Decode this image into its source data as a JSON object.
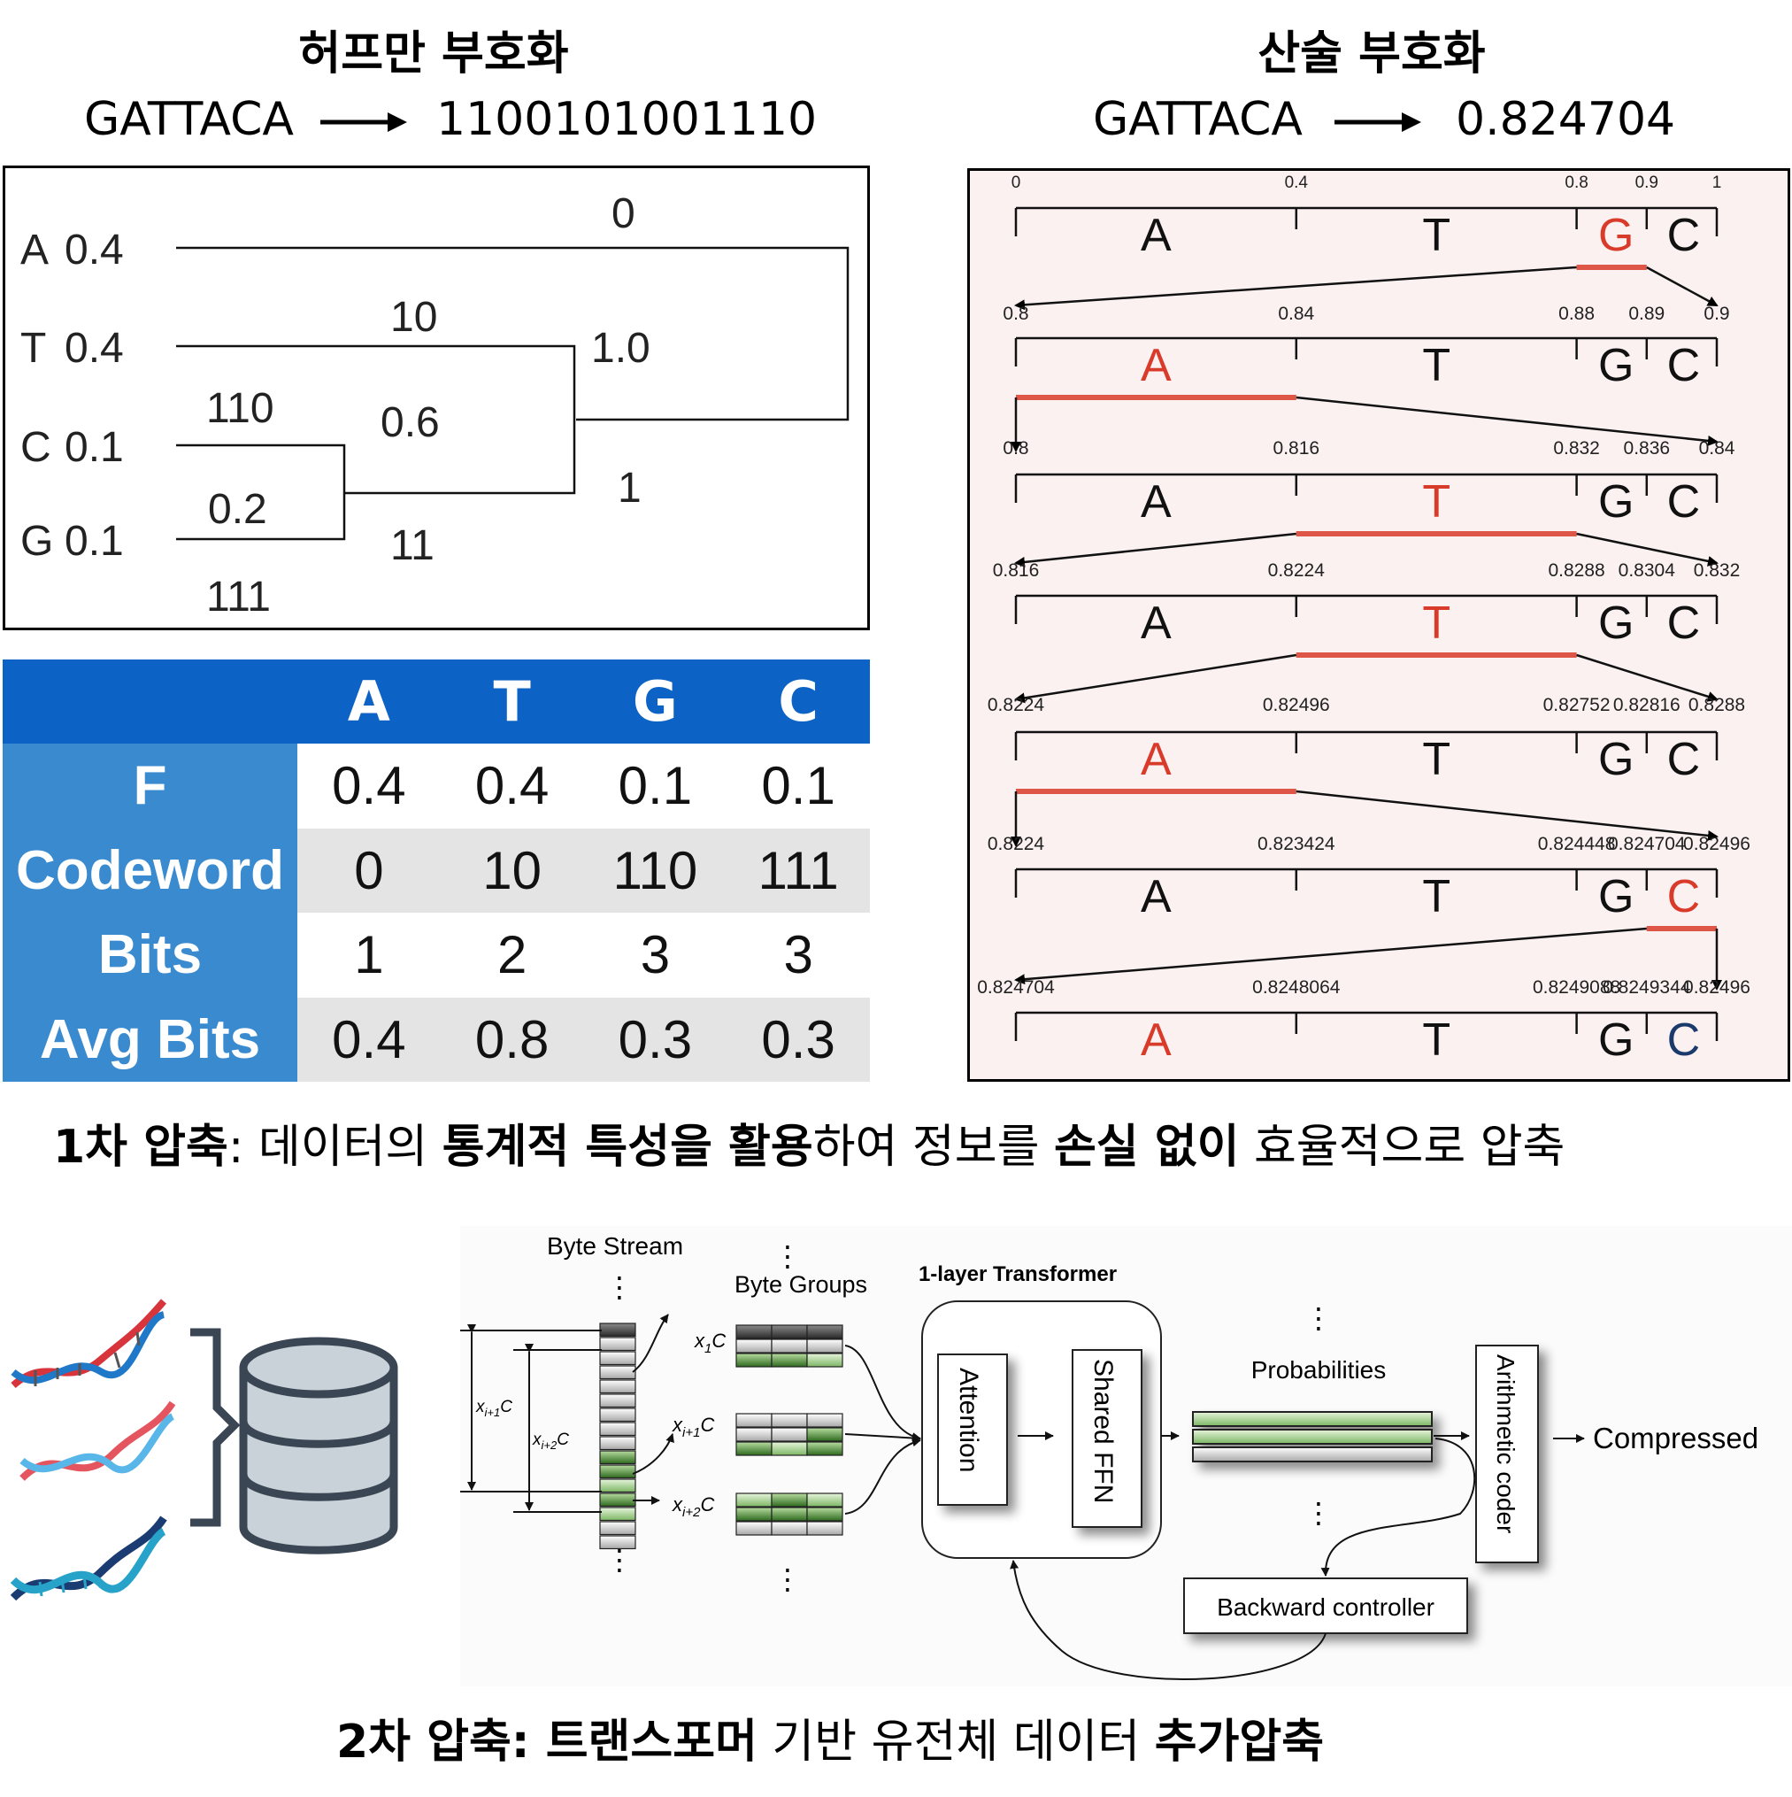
{
  "huffman": {
    "title": "허프만 부호화",
    "input": "GATTACA",
    "output": "1100101001110",
    "tree": {
      "leaves": [
        {
          "symbol": "A",
          "prob": "0.4",
          "code": "0"
        },
        {
          "symbol": "T",
          "prob": "0.4",
          "code": "10"
        },
        {
          "symbol": "C",
          "prob": "0.1",
          "code": "110"
        },
        {
          "symbol": "G",
          "prob": "0.1",
          "code": "111"
        }
      ],
      "nodes": [
        {
          "value": "0.2"
        },
        {
          "value": "0.6"
        },
        {
          "value": "1.0"
        }
      ],
      "branch_labels": [
        "0",
        "1",
        "10",
        "11",
        "110",
        "111"
      ]
    },
    "table": {
      "headers": [
        "A",
        "T",
        "G",
        "C"
      ],
      "rows": [
        {
          "label": "F",
          "values": [
            "0.4",
            "0.4",
            "0.1",
            "0.1"
          ]
        },
        {
          "label": "Codeword",
          "values": [
            "0",
            "10",
            "110",
            "111"
          ]
        },
        {
          "label": "Bits",
          "values": [
            "1",
            "2",
            "3",
            "3"
          ]
        },
        {
          "label": "Avg Bits",
          "values": [
            "0.4",
            "0.8",
            "0.3",
            "0.3"
          ]
        }
      ]
    }
  },
  "arithmetic": {
    "title": "산술 부호화",
    "input": "GATTACA",
    "output": "0.824704",
    "symbols": [
      "A",
      "T",
      "G",
      "C"
    ],
    "symbol_probs": [
      0.4,
      0.4,
      0.1,
      0.1
    ],
    "stages": [
      {
        "ticks": [
          "0",
          "0.4",
          "0.8",
          "0.9",
          "1"
        ],
        "selected": "G"
      },
      {
        "ticks": [
          "0.8",
          "0.84",
          "0.88",
          "0.89",
          "0.9"
        ],
        "selected": "A"
      },
      {
        "ticks": [
          "0.8",
          "0.816",
          "0.832",
          "0.836",
          "0.84"
        ],
        "selected": "T"
      },
      {
        "ticks": [
          "0.816",
          "0.8224",
          "0.8288",
          "0.8304",
          "0.832"
        ],
        "selected": "T"
      },
      {
        "ticks": [
          "0.8224",
          "0.82496",
          "0.82752",
          "0.82816",
          "0.8288"
        ],
        "selected": "A"
      },
      {
        "ticks": [
          "0.8224",
          "0.823424",
          "0.824448",
          "0.824704",
          "0.82496"
        ],
        "selected": "C"
      },
      {
        "ticks": [
          "0.824704",
          "0.8248064",
          "0.8249088",
          "0.8249344",
          "0.82496"
        ],
        "selected": "A"
      }
    ],
    "highlight_color": "#d93b2b",
    "final_highlight_color": "#1a3a6b"
  },
  "caption1": {
    "prefix_bold": "1차 압축",
    "t1": ": 데이터의 ",
    "b1": "통계적 특성을 활용",
    "t2": "하여 정보를 ",
    "b2": "손실 없이",
    "t3": " 효율적으로 압축"
  },
  "pipeline": {
    "byte_stream": "Byte Stream",
    "byte_groups": "Byte Groups",
    "transformer_title": "1-layer Transformer",
    "attention": "Attention",
    "shared_ffn": "Shared FFN",
    "probabilities": "Probabilities",
    "arithmetic_coder": "Arithmetic coder",
    "compressed": "Compressed",
    "backward_controller": "Backward controller",
    "ellipsis": "⋮",
    "labels": {
      "x1c_base": "x",
      "x1c_sub": "1",
      "x1c_c": "C",
      "xi1_sub": "i+1",
      "xi2_sub": "i+2"
    }
  },
  "caption2": {
    "b1": "2차 압축: 트랜스포머",
    "t1": " 기반 유전체 데이터 ",
    "b2": "추가압축"
  }
}
